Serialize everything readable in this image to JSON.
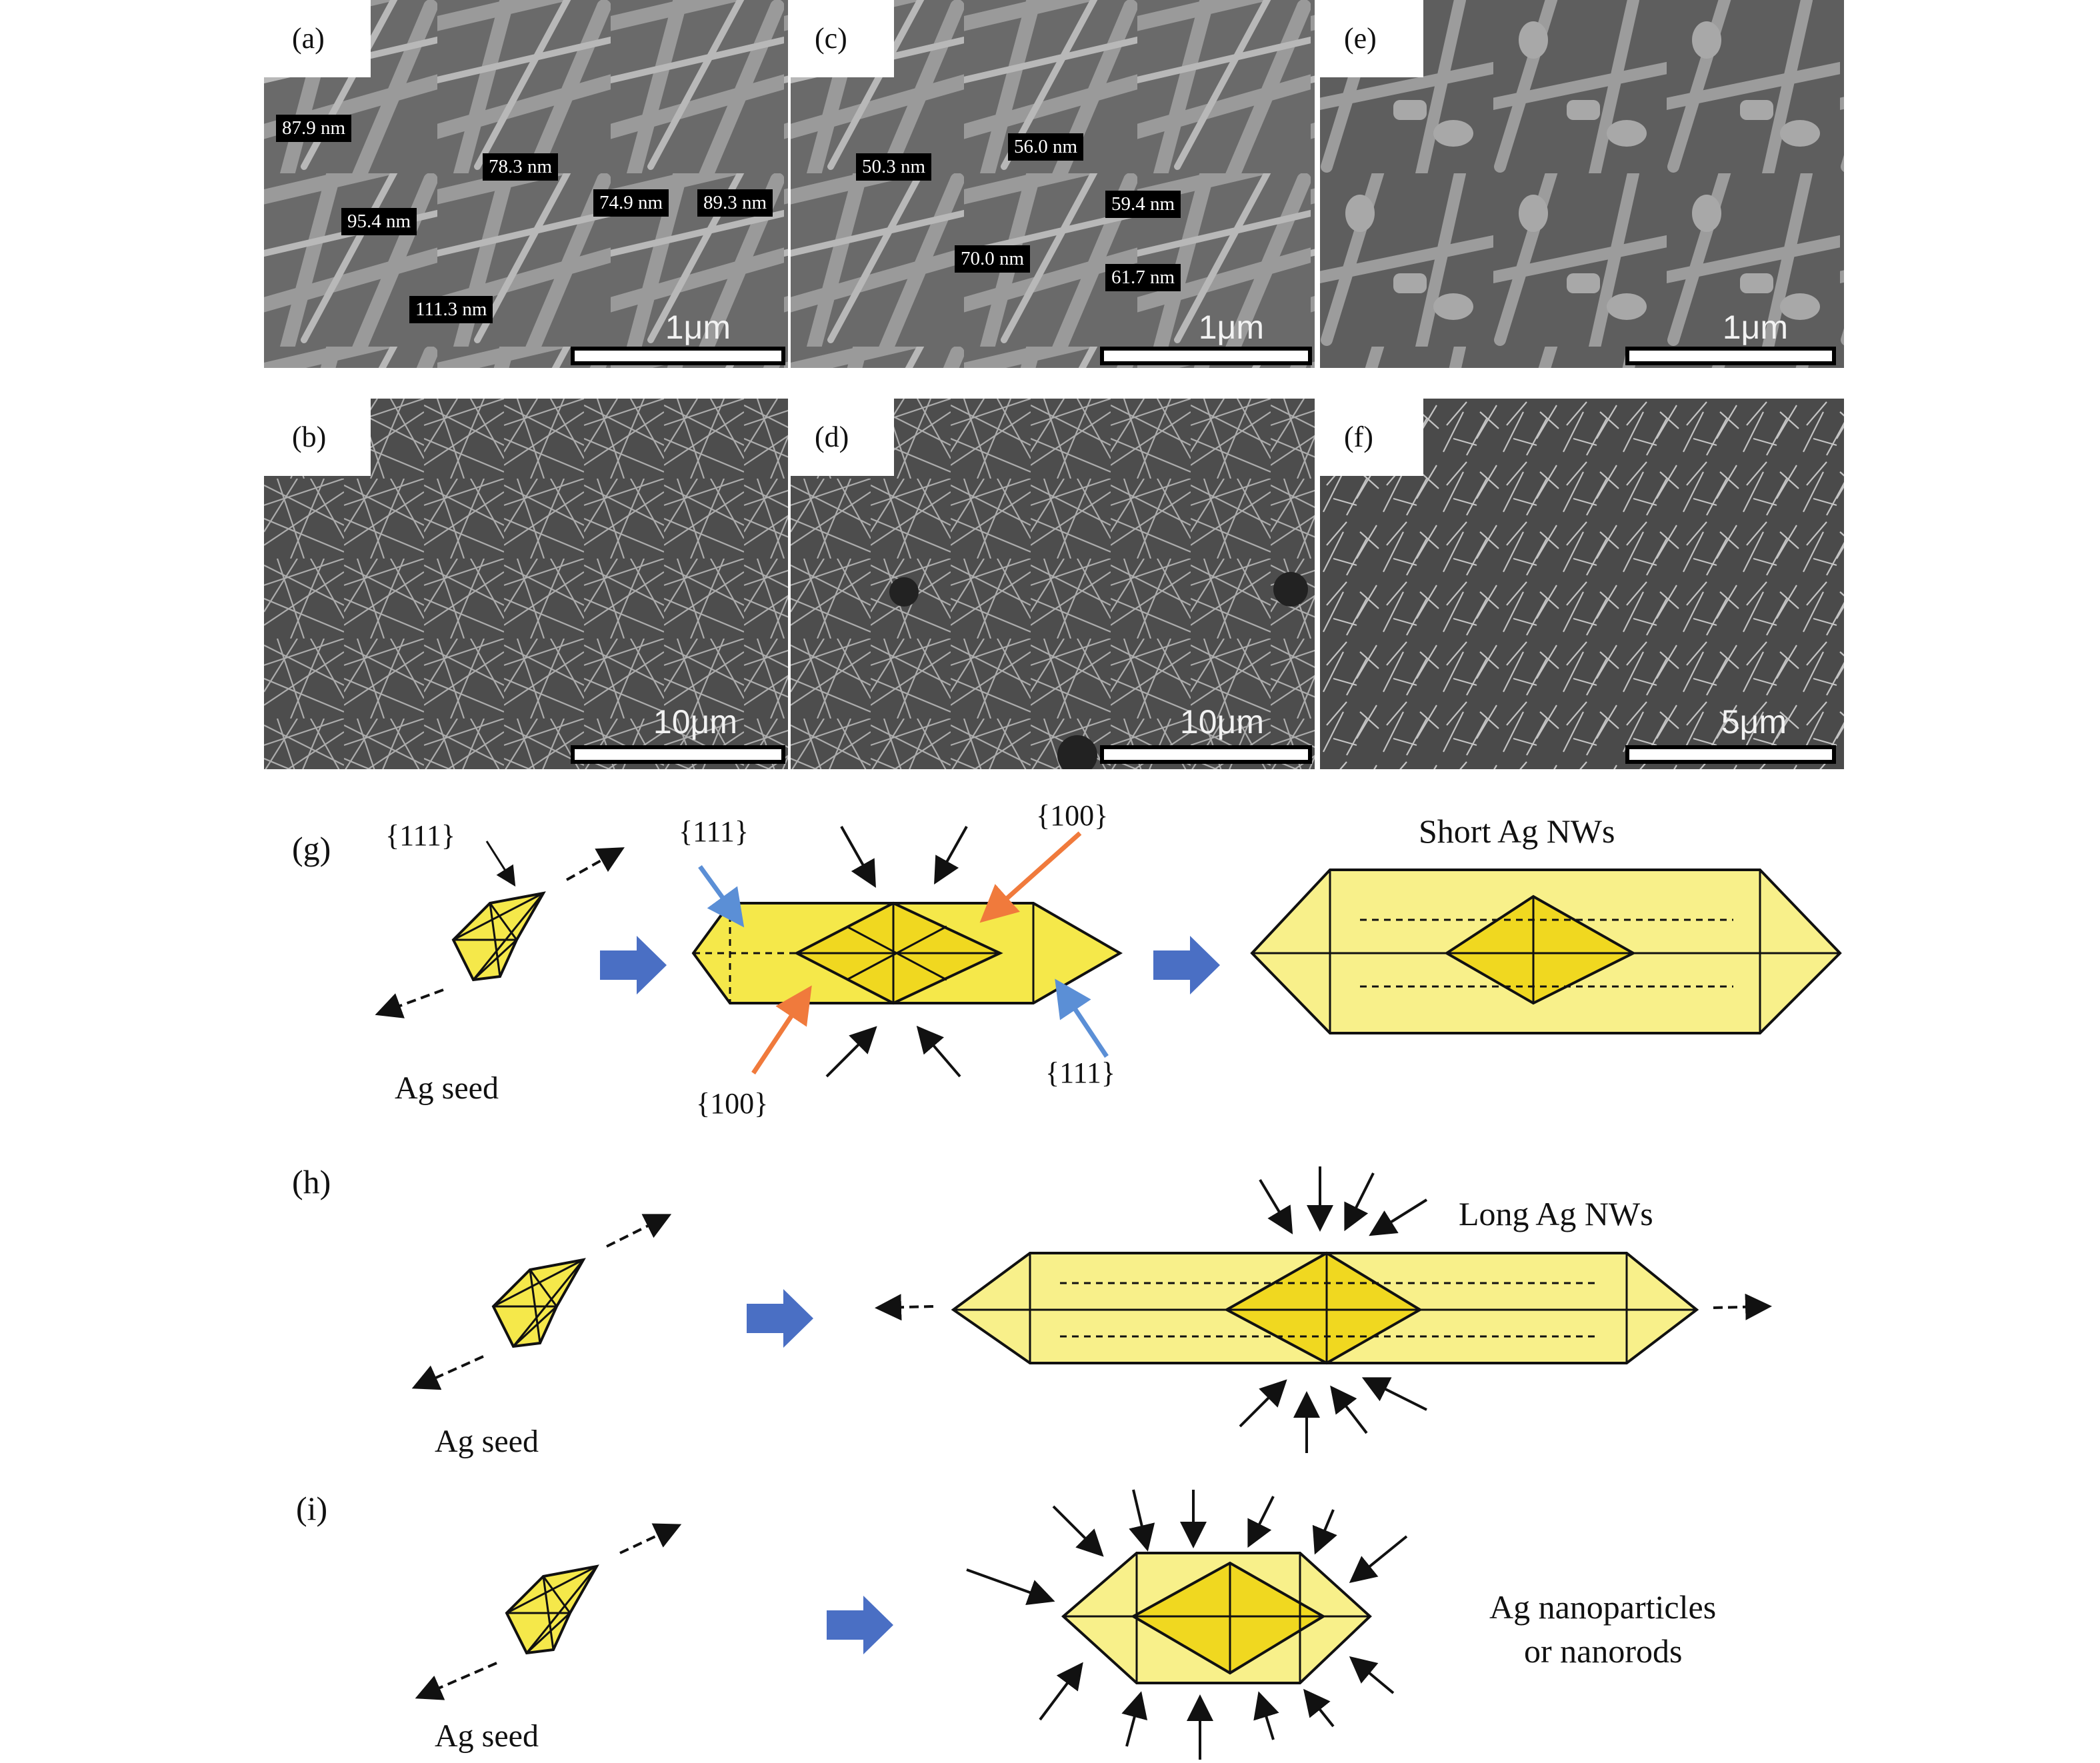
{
  "panels": {
    "a": {
      "label": "(a)",
      "scale": "1μm",
      "measurements": [
        "87.9 nm",
        "78.3 nm",
        "95.4 nm",
        "74.9 nm",
        "89.3 nm",
        "111.3 nm"
      ]
    },
    "c": {
      "label": "(c)",
      "scale": "1μm",
      "measurements": [
        "50.3 nm",
        "56.0 nm",
        "59.4 nm",
        "70.0 nm",
        "61.7 nm"
      ]
    },
    "e": {
      "label": "(e)",
      "scale": "1μm"
    },
    "b": {
      "label": "(b)",
      "scale": "10μm"
    },
    "d": {
      "label": "(d)",
      "scale": "10μm"
    },
    "f": {
      "label": "(f)",
      "scale": "5μm"
    }
  },
  "schemes": {
    "g": {
      "label": "(g)",
      "seed": "Ag seed",
      "product": "Short Ag NWs",
      "facets": {
        "seed_111": "{111}",
        "left_111": "{111}",
        "top_100": "{100}",
        "bottom_100": "{100}",
        "right_111": "{111}"
      }
    },
    "h": {
      "label": "(h)",
      "seed": "Ag seed",
      "product": "Long Ag NWs"
    },
    "i": {
      "label": "(i)",
      "seed": "Ag seed",
      "product_line1": "Ag nanoparticles",
      "product_line2": "or nanorods"
    }
  },
  "colors": {
    "crystal": "#f5e84a",
    "crystal_light": "#f8f08a",
    "blue_arrow": "#4a6fc4",
    "facet_blue": "#5b8fd6",
    "facet_orange": "#f07a3c"
  }
}
